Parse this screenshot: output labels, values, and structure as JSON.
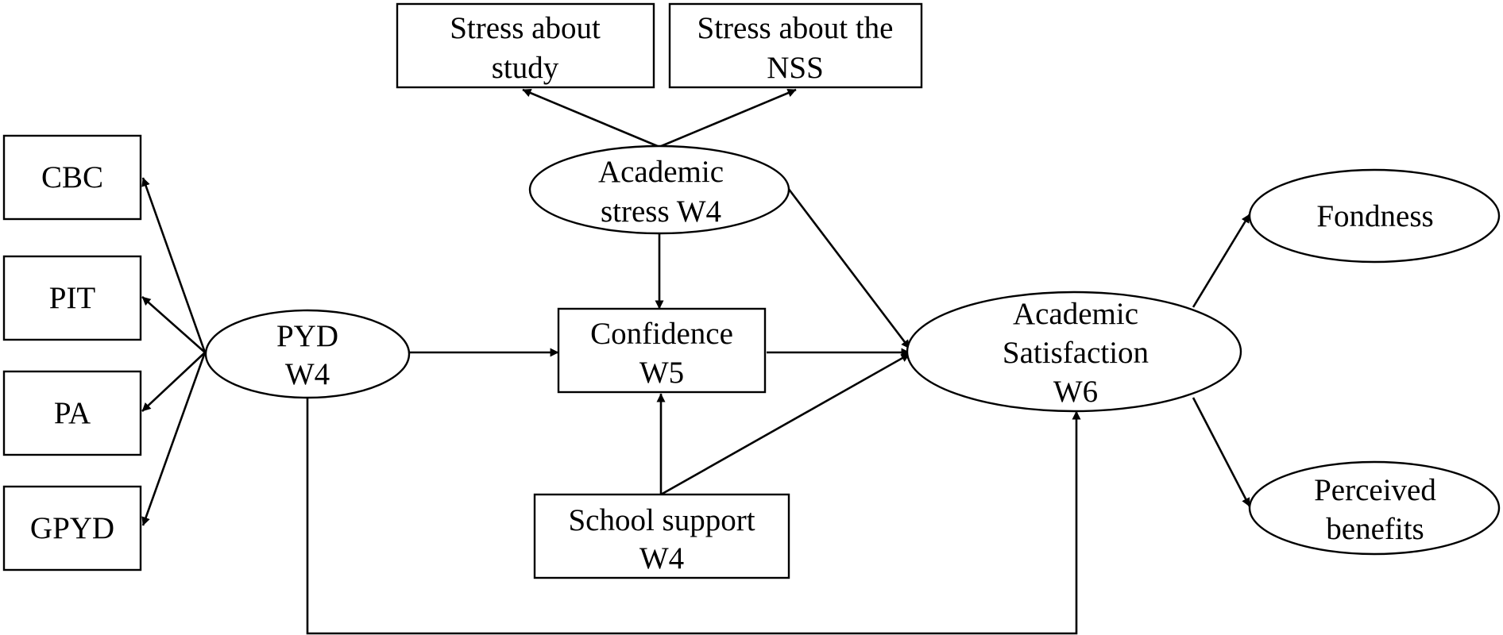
{
  "diagram": {
    "nodes": {
      "stress_study": {
        "shape": "rect",
        "lines": [
          "Stress about",
          "study"
        ]
      },
      "stress_nss": {
        "shape": "rect",
        "lines": [
          "Stress about the",
          "NSS"
        ]
      },
      "cbc": {
        "shape": "rect",
        "lines": [
          "CBC"
        ]
      },
      "pit": {
        "shape": "rect",
        "lines": [
          "PIT"
        ]
      },
      "pa": {
        "shape": "rect",
        "lines": [
          "PA"
        ]
      },
      "gpyd": {
        "shape": "rect",
        "lines": [
          "GPYD"
        ]
      },
      "academic_stress": {
        "shape": "ellipse",
        "lines": [
          "Academic",
          "stress W4"
        ]
      },
      "pyd": {
        "shape": "ellipse",
        "lines": [
          "PYD",
          "W4"
        ]
      },
      "confidence": {
        "shape": "rect",
        "lines": [
          "Confidence",
          "W5"
        ]
      },
      "school_support": {
        "shape": "rect",
        "lines": [
          "School support",
          "W4"
        ]
      },
      "academic_satisfaction": {
        "shape": "ellipse",
        "lines": [
          "Academic",
          "Satisfaction",
          "W6"
        ]
      },
      "fondness": {
        "shape": "ellipse",
        "lines": [
          "Fondness"
        ]
      },
      "perceived_benefits": {
        "shape": "ellipse",
        "lines": [
          "Perceived",
          "benefits"
        ]
      }
    },
    "edges": [
      {
        "from": "academic_stress",
        "to": "stress_study"
      },
      {
        "from": "academic_stress",
        "to": "stress_nss"
      },
      {
        "from": "pyd",
        "to": "cbc"
      },
      {
        "from": "pyd",
        "to": "pit"
      },
      {
        "from": "pyd",
        "to": "pa"
      },
      {
        "from": "pyd",
        "to": "gpyd"
      },
      {
        "from": "academic_stress",
        "to": "confidence"
      },
      {
        "from": "academic_stress",
        "to": "academic_satisfaction"
      },
      {
        "from": "pyd",
        "to": "confidence"
      },
      {
        "from": "confidence",
        "to": "academic_satisfaction"
      },
      {
        "from": "school_support",
        "to": "confidence"
      },
      {
        "from": "school_support",
        "to": "academic_satisfaction"
      },
      {
        "from": "pyd",
        "to": "academic_satisfaction"
      },
      {
        "from": "academic_satisfaction",
        "to": "fondness"
      },
      {
        "from": "academic_satisfaction",
        "to": "perceived_benefits"
      }
    ]
  }
}
